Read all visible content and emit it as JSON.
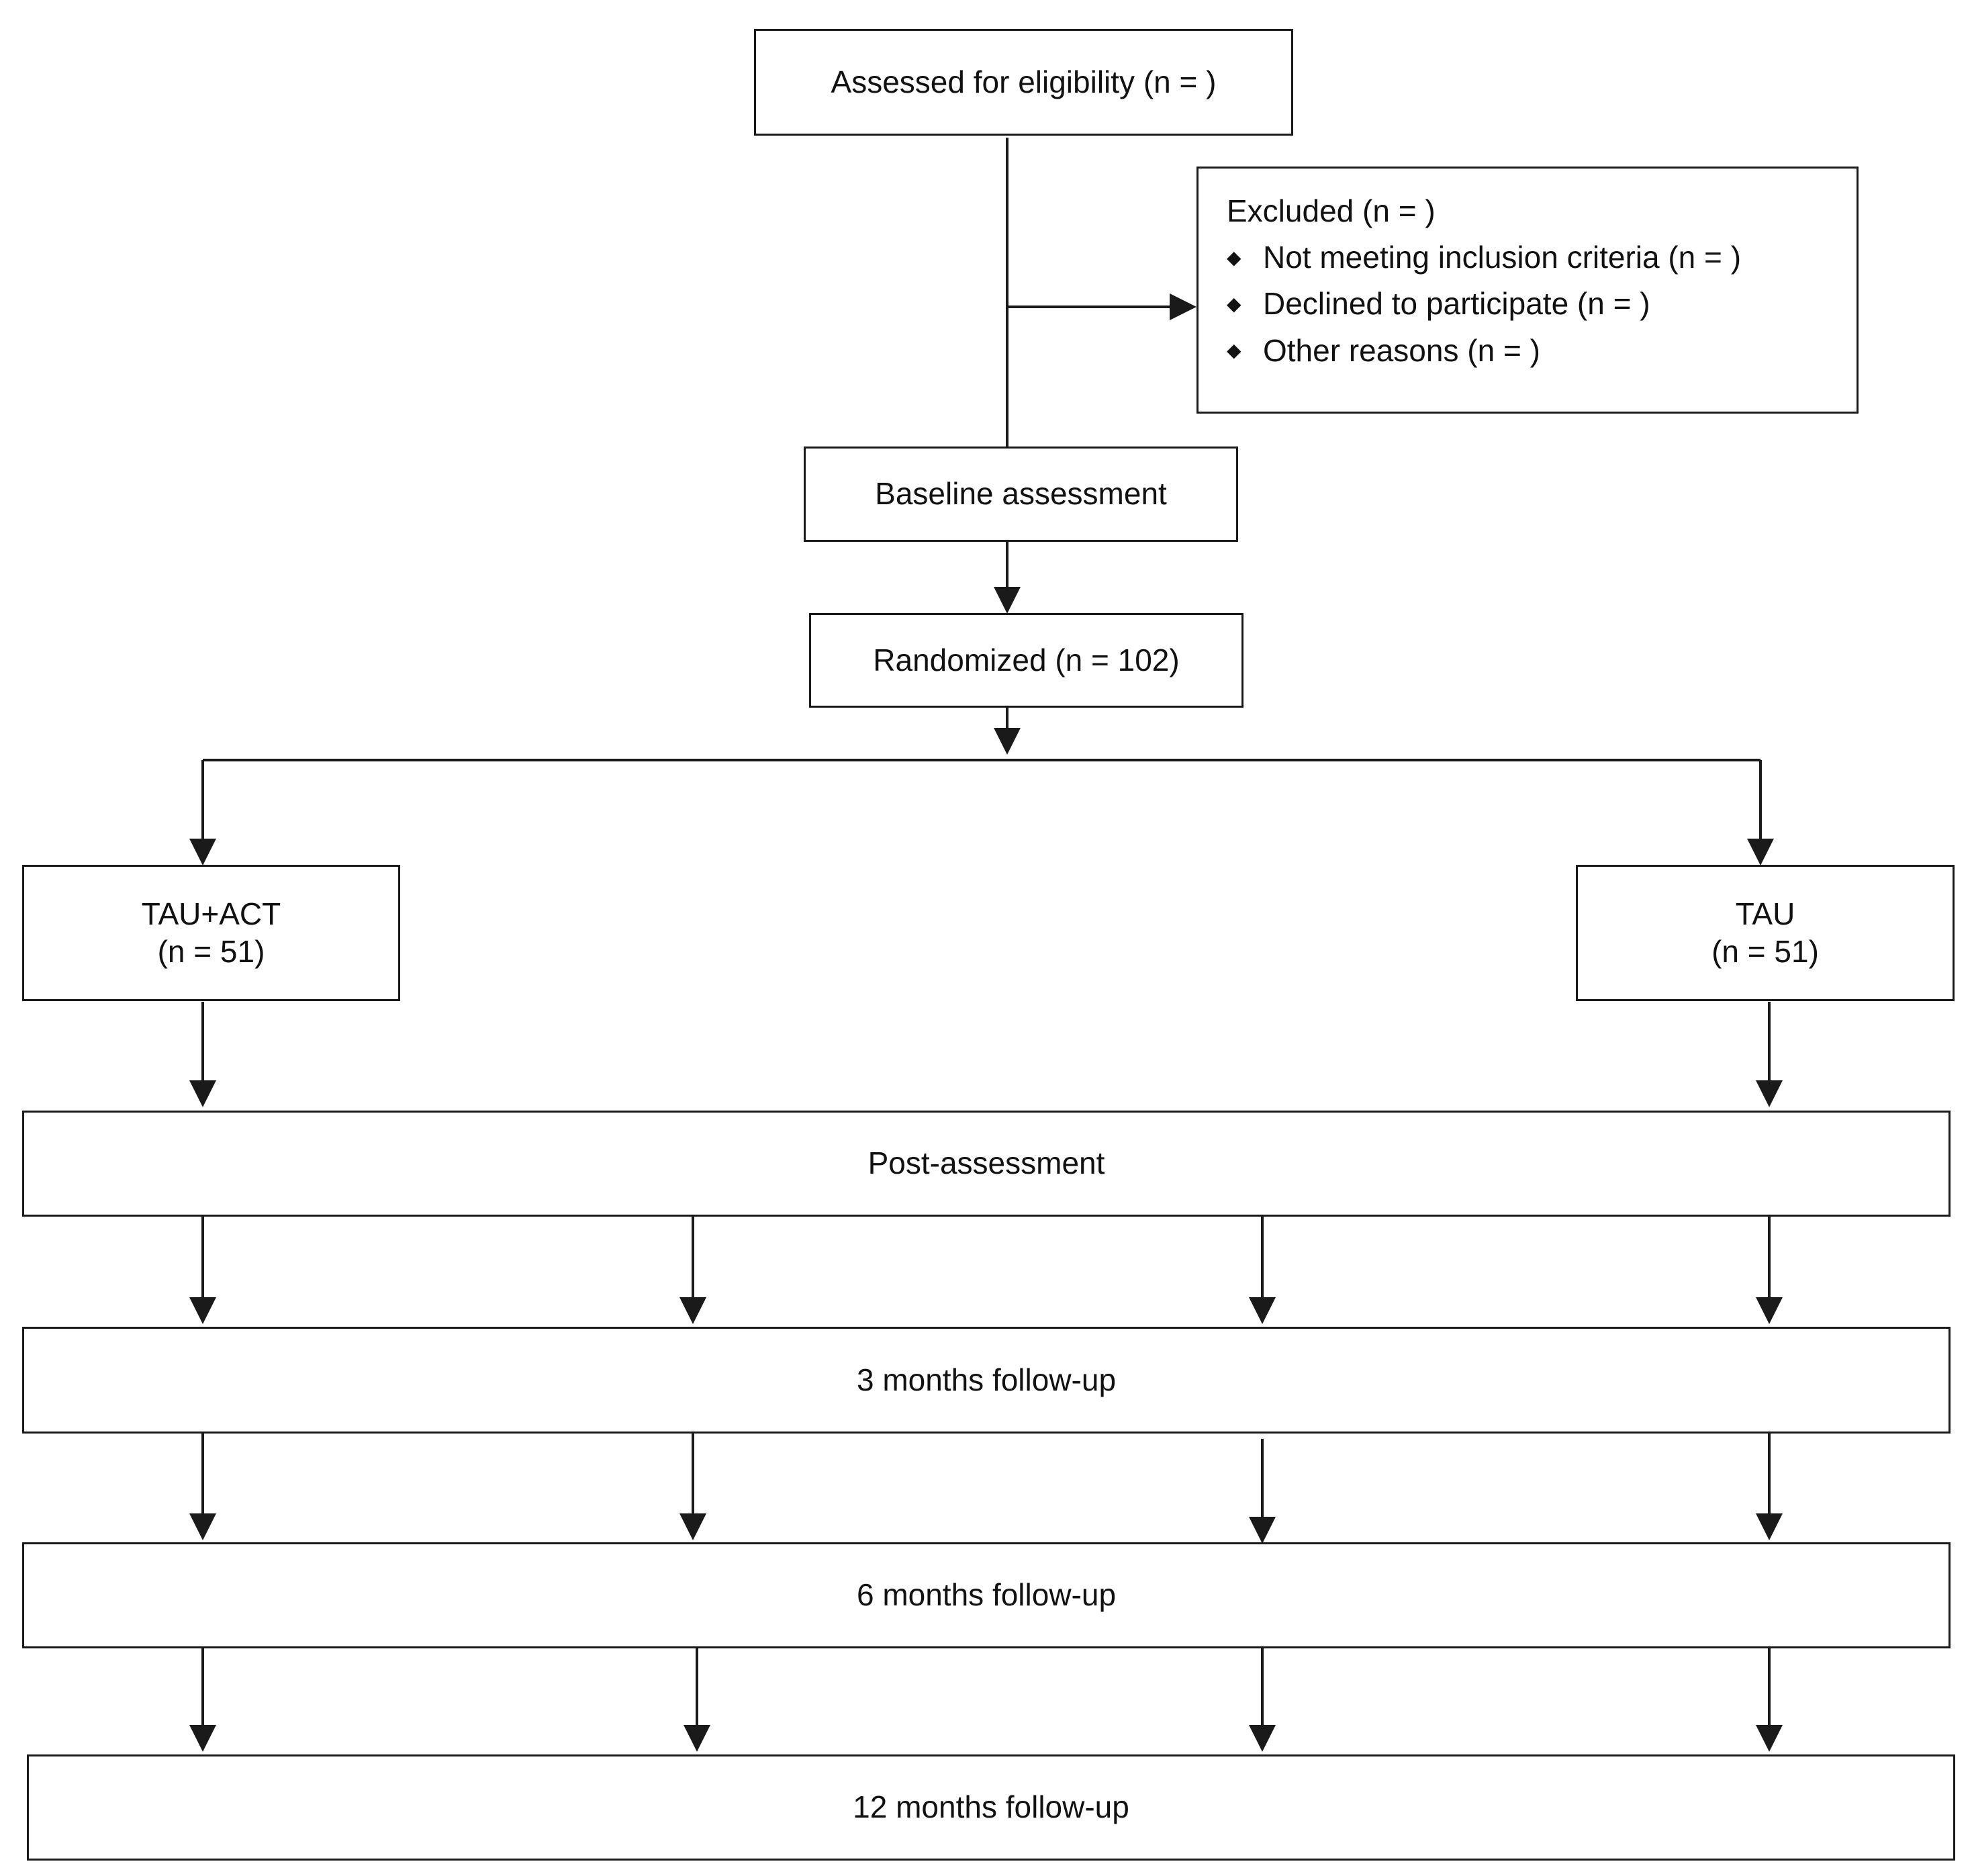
{
  "boxes": {
    "assessed": "Assessed for eligibility (n =  )",
    "excluded": {
      "title": "Excluded (n =  )",
      "items": [
        "Not meeting inclusion criteria (n =  )",
        "Declined to participate (n =  )",
        "Other reasons (n =  )"
      ],
      "bullet_icon": "diamond-bullet-icon"
    },
    "baseline": "Baseline assessment",
    "randomized": "Randomized (n = 102)",
    "tau_act": {
      "name": "TAU+ACT",
      "n": "(n = 51)"
    },
    "tau": {
      "name": "TAU",
      "n": "(n = 51)"
    },
    "post": "Post-assessment",
    "fu3": "3 months follow-up",
    "fu6": "6 months follow-up",
    "fu12": "12 months follow-up"
  },
  "colors": {
    "line": "#1a1a1a",
    "background": "#ffffff",
    "text": "#111111"
  }
}
